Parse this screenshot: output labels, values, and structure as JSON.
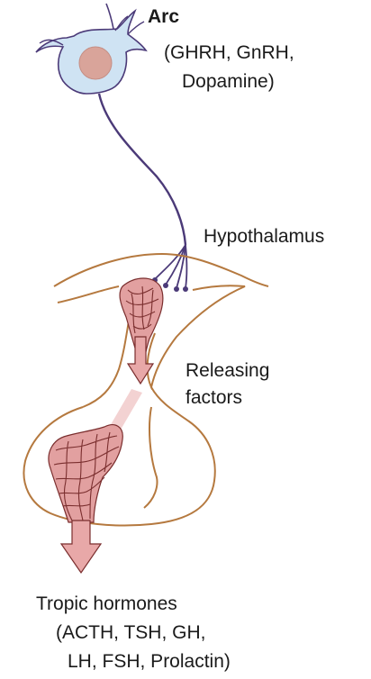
{
  "labels": {
    "arc_title": "Arc",
    "arc_line1": "(GHRH, GnRH,",
    "arc_line2": "Dopamine)",
    "hypothalamus": "Hypothalamus",
    "releasing_line1": "Releasing",
    "releasing_line2": "factors",
    "tropic_line1": "Tropic hormones",
    "tropic_line2": "(ACTH, TSH, GH,",
    "tropic_line3": "LH, FSH, Prolactin)"
  },
  "colors": {
    "neuron_fill": "#cfe3f3",
    "neuron_outline": "#4b3a78",
    "nucleus": "#d9a49a",
    "gland_outline": "#b5793f",
    "vessel": "#e2a0a0",
    "vessel_outline": "#7a2e2e",
    "arrow_fill": "#e8a8a8"
  }
}
